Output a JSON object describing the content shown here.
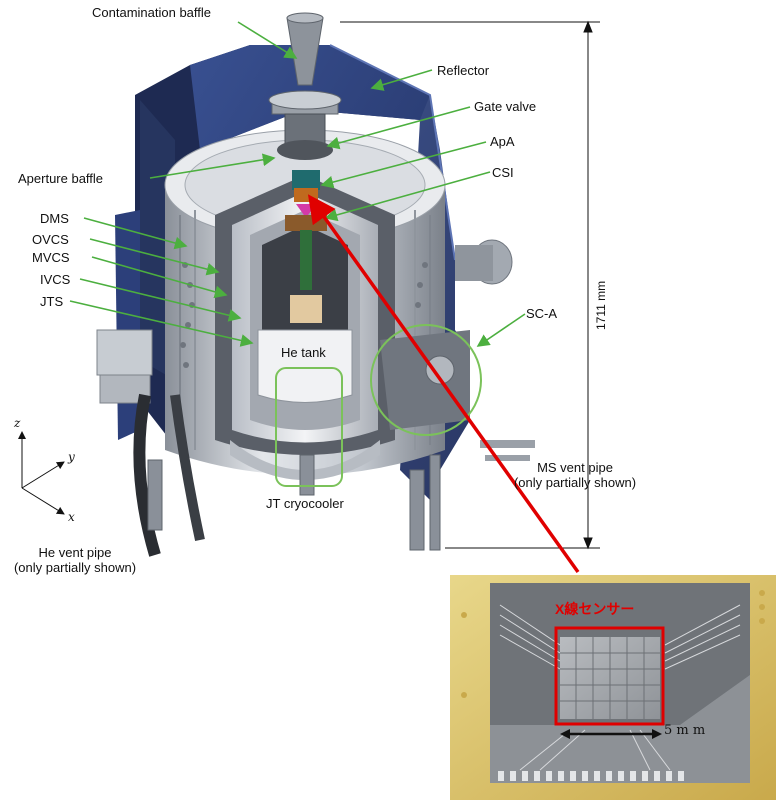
{
  "labels": {
    "contamination_baffle": "Contamination baffle",
    "reflector": "Reflector",
    "gate_valve": "Gate valve",
    "apa": "ApA",
    "csi": "CSI",
    "aperture_baffle": "Aperture baffle",
    "dms": "DMS",
    "ovcs": "OVCS",
    "mvcs": "MVCS",
    "ivcs": "IVCS",
    "jts": "JTS",
    "he_tank": "He tank",
    "sc_a": "SC-A",
    "jt_cryocooler": "JT cryocooler",
    "ms_vent_pipe": "MS vent pipe",
    "ms_vent_note": "(only partially shown)",
    "he_vent_pipe": "He vent pipe",
    "he_vent_note": "(only partially shown)"
  },
  "dimension": "1711 mm",
  "axes": {
    "z": "z",
    "y": "y",
    "x": "x"
  },
  "photo": {
    "title": "X線センサー",
    "scale": "5 m m"
  },
  "colors": {
    "leader_line": "#4caf3f",
    "highlight_circle": "#7bc25a",
    "pointer_arrow": "#e00000",
    "reflector_blue": "#2c3f7a",
    "vessel_silver": "#c9cdd3",
    "sensor_box": "#e00000"
  }
}
